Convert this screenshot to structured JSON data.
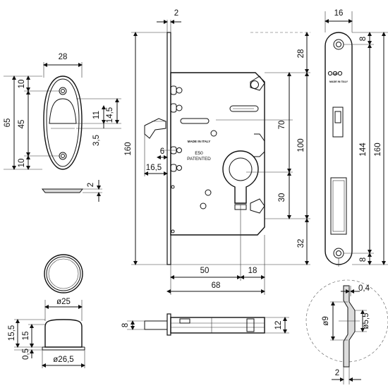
{
  "dimensions": {
    "strike_width": "28",
    "strike_top_10": "10",
    "strike_height_65": "65",
    "strike_mid_45": "45",
    "strike_bottom_10": "10",
    "strike_opening_11": "11",
    "strike_opening_14_5": "14,5",
    "strike_offset_3_5": "3,5",
    "strike_thickness_2": "2",
    "faceplate_thickness_2": "2",
    "lock_height_160": "160",
    "top_28": "28",
    "hook_6": "6",
    "hook_16_5": "16,5",
    "spindle_70": "70",
    "body_100": "100",
    "cyl_30": "30",
    "bottom_32": "32",
    "backset_50": "50",
    "cyl_18": "18",
    "depth_68": "68",
    "face_width_16": "16",
    "face_top_8": "8",
    "face_144": "144",
    "face_160": "160",
    "face_bottom_8": "8",
    "rosette_d25": "ø25",
    "rosette_15_5": "15,5",
    "rosette_15": "15",
    "rosette_0_5": "0,5",
    "rosette_d26_5": "ø26,5",
    "bolt_8": "8",
    "bolt_12": "12",
    "detail_0_4": "0,4",
    "detail_d9": "ø9",
    "detail_d5_5": "ø5,5",
    "detail_2": "2"
  },
  "labels": {
    "made_in_italy_body": "MADE IN ITALY",
    "e50": "E50",
    "patented": "PATENTED",
    "brand_faceplate": "AGB",
    "made_in_italy_face": "MADE IN ITALY"
  },
  "colors": {
    "line": "#111111",
    "background": "#ffffff",
    "fill": "#dcdcdc"
  }
}
